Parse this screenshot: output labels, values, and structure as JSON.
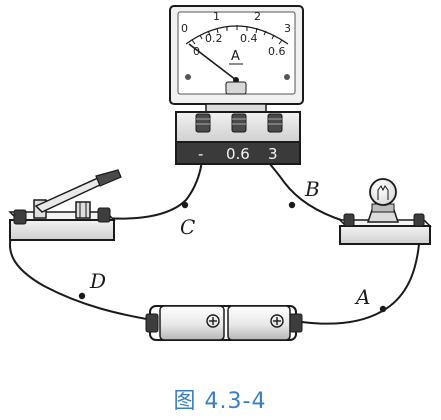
{
  "ammeter": {
    "top_scale": [
      "0",
      "1",
      "2",
      "3"
    ],
    "bottom_scale": [
      "0",
      "0.2",
      "0.4",
      "0.6"
    ],
    "unit": "A",
    "terminals": [
      "-",
      "0.6",
      "3"
    ]
  },
  "points": {
    "a": "A",
    "b": "B",
    "c": "C",
    "d": "D"
  },
  "caption": "图 4.3-4"
}
